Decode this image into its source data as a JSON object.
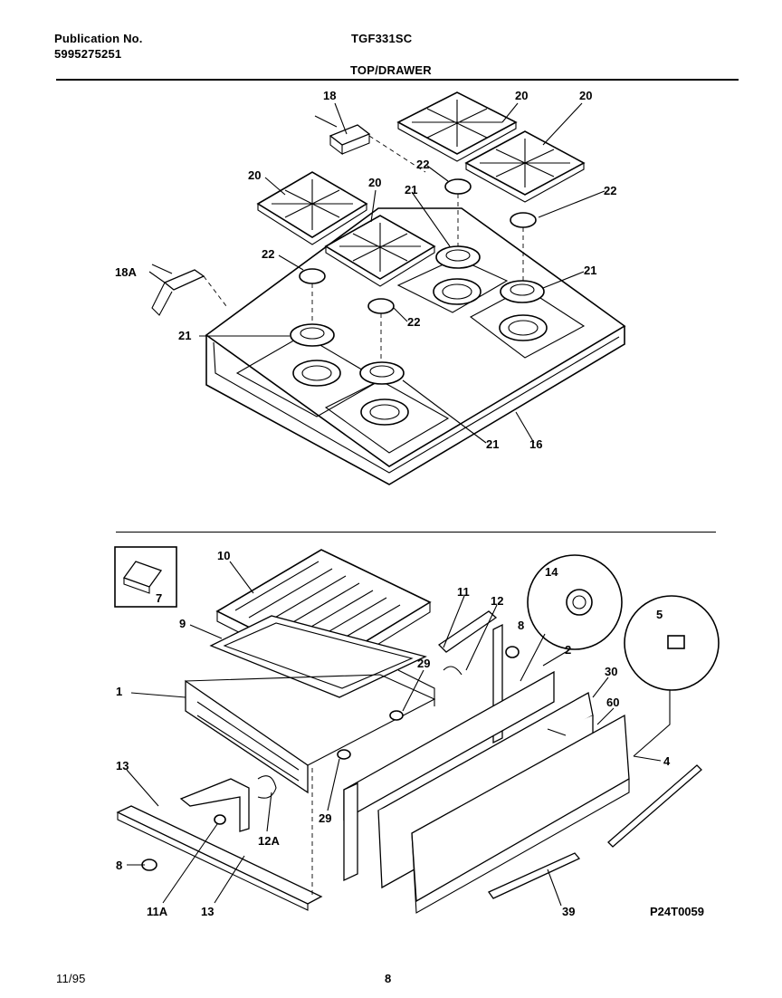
{
  "header": {
    "publication_label": "Publication No.",
    "publication_number": "5995275251",
    "model": "TGF331SC",
    "section_title": "TOP/DRAWER"
  },
  "footer": {
    "date": "11/95",
    "page": "8"
  },
  "diagram_code": "P24T0059",
  "callouts": {
    "c18": "18",
    "c18A": "18A",
    "c20a": "20",
    "c20b": "20",
    "c20c": "20",
    "c20d": "20",
    "c22a": "22",
    "c22b": "22",
    "c22c": "22",
    "c22d": "22",
    "c21a": "21",
    "c21b": "21",
    "c21c": "21",
    "c21d": "21",
    "c16": "16",
    "c10": "10",
    "c9": "9",
    "c1": "1",
    "c7": "7",
    "c11": "11",
    "c12": "12",
    "c8a": "8",
    "c8b": "8",
    "c14": "14",
    "c5": "5",
    "c2": "2",
    "c30": "30",
    "c60": "60",
    "c4": "4",
    "c29a": "29",
    "c29b": "29",
    "c13a": "13",
    "c13b": "13",
    "c12A": "12A",
    "c11A": "11A",
    "c39": "39"
  }
}
